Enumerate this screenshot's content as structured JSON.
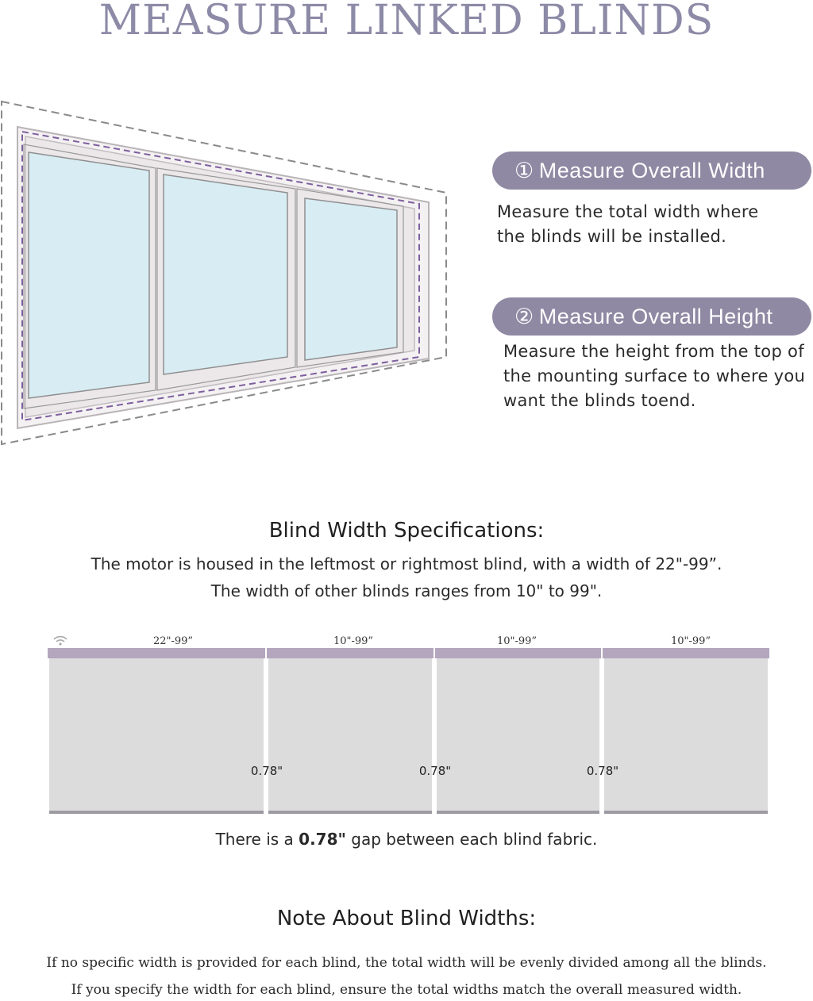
{
  "page": {
    "title": "MEASURE LINKED BLINDS"
  },
  "steps": [
    {
      "number": "①",
      "label": "Measure Overall Width",
      "description_line1": "Measure the total width where",
      "description_line2": "the blinds will be installed."
    },
    {
      "number": "②",
      "label": "Measure Overall Height",
      "description_line1": "Measure the height from the top of",
      "description_line2": "the mounting surface to where you",
      "description_line3": "want the blinds toend."
    }
  ],
  "specs": {
    "heading": "Blind Width Specifications:",
    "line1": "The motor is housed in the leftmost or rightmost blind, with a width of 22\"-99”.",
    "line2": "The width of other blinds ranges from 10\" to 99\"."
  },
  "blinds": {
    "panels": [
      {
        "width_label": "22\"-99”"
      },
      {
        "width_label": "10\"-99”"
      },
      {
        "width_label": "10\"-99”"
      },
      {
        "width_label": "10\"-99”"
      }
    ],
    "gap_labels": [
      "0.78\"",
      "0.78\"",
      "0.78\""
    ],
    "motor_icon": "wifi-icon"
  },
  "gap_note": {
    "prefix": "There is a ",
    "value": "0.78\"",
    "suffix": " gap between each blind fabric."
  },
  "note": {
    "heading": "Note About Blind Widths:",
    "line1": "If no specific width is provided for each blind, the total width will be evenly divided among all the blinds.",
    "line2": "If you specify the width for each blind, ensure the total widths match the overall measured width."
  },
  "colors": {
    "accent": "#8f89a3",
    "title": "#8c8aa6",
    "glass": "#d8ecf4",
    "fabric": "#dcdcdc",
    "rail": "#b3a6bd"
  }
}
